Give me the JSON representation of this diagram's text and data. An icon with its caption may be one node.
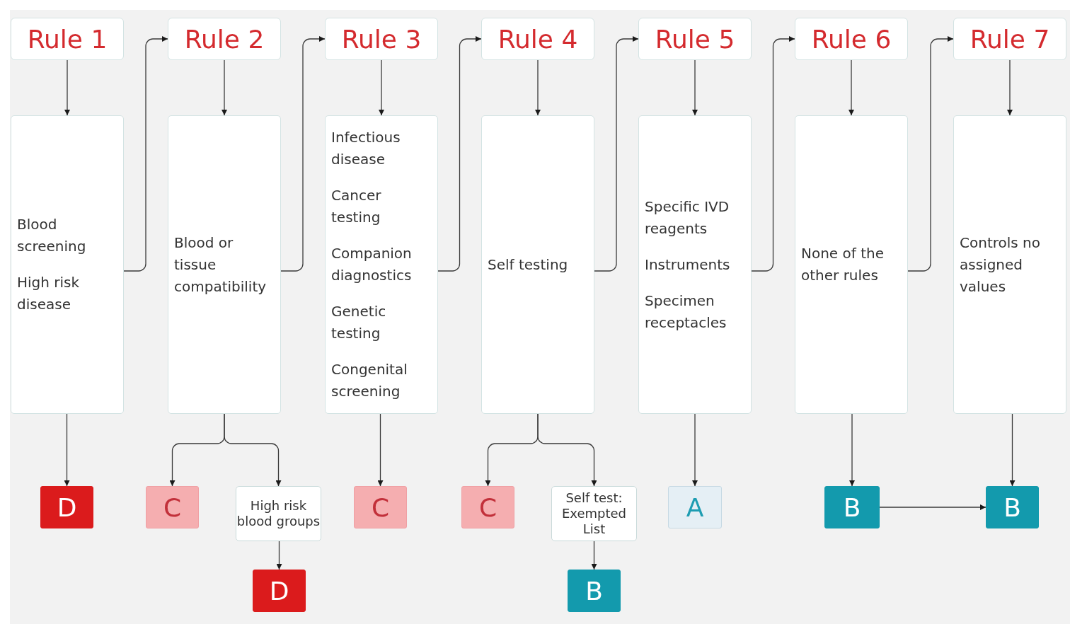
{
  "diagram": {
    "nodes": [
      {
        "text": [
          "Rule 1"
        ]
      },
      {
        "text": [
          "Rule 2"
        ]
      },
      {
        "text": [
          "Rule 3"
        ]
      },
      {
        "text": [
          "Rule 4"
        ]
      },
      {
        "text": [
          "Rule 5"
        ]
      },
      {
        "text": [
          "Rule 6"
        ]
      },
      {
        "text": [
          "Rule 7"
        ]
      },
      {
        "text": [
          "Blood screening",
          "High risk disease"
        ]
      },
      {
        "text": [
          "Blood or tissue compatibility"
        ]
      },
      {
        "text": [
          "Infectious disease",
          "Cancer testing",
          "Companion diagnostics",
          "Genetic testing",
          "Congenital screening"
        ]
      },
      {
        "text": [
          "Self testing"
        ]
      },
      {
        "text": [
          "Specific IVD reagents",
          "Instruments",
          "Specimen receptacles"
        ]
      },
      {
        "text": [
          "None of the other rules"
        ]
      },
      {
        "text": [
          "Controls no assigned values"
        ]
      },
      {
        "text": [
          "D"
        ]
      },
      {
        "text": [
          "C"
        ]
      },
      {
        "text": [
          "High risk blood groups"
        ]
      },
      {
        "text": [
          "C"
        ]
      },
      {
        "text": [
          "C"
        ]
      },
      {
        "text": [
          "Self test: Exempted List"
        ]
      },
      {
        "text": [
          "A"
        ]
      },
      {
        "text": [
          "B"
        ]
      },
      {
        "text": [
          "B"
        ]
      },
      {
        "text": [
          "D"
        ]
      },
      {
        "text": [
          "B"
        ]
      }
    ],
    "edges": [
      {
        "from": 0,
        "to": 7,
        "arrow": "to"
      },
      {
        "from": 1,
        "to": 8,
        "arrow": "to"
      },
      {
        "from": 2,
        "to": 9,
        "arrow": "to"
      },
      {
        "from": 3,
        "to": 10,
        "arrow": "to"
      },
      {
        "from": 4,
        "to": 11,
        "arrow": "to"
      },
      {
        "from": 5,
        "to": 12,
        "arrow": "to"
      },
      {
        "from": 6,
        "to": 13,
        "arrow": "to"
      },
      {
        "from": 7,
        "to": 1,
        "arrow": "to"
      },
      {
        "from": 8,
        "to": 2,
        "arrow": "to"
      },
      {
        "from": 9,
        "to": 3,
        "arrow": "to"
      },
      {
        "from": 10,
        "to": 4,
        "arrow": "to"
      },
      {
        "from": 11,
        "to": 5,
        "arrow": "to"
      },
      {
        "from": 12,
        "to": 6,
        "arrow": "to"
      },
      {
        "from": 7,
        "to": 14,
        "arrow": "to"
      },
      {
        "from": 8,
        "to": 15,
        "arrow": "to"
      },
      {
        "from": 8,
        "to": 16,
        "arrow": "to"
      },
      {
        "from": 16,
        "to": 23,
        "arrow": "to"
      },
      {
        "from": 9,
        "to": 17,
        "arrow": "to"
      },
      {
        "from": 10,
        "to": 18,
        "arrow": "to"
      },
      {
        "from": 10,
        "to": 19,
        "arrow": "to"
      },
      {
        "from": 19,
        "to": 24,
        "arrow": "to"
      },
      {
        "from": 11,
        "to": 20,
        "arrow": "to"
      },
      {
        "from": 12,
        "to": 21,
        "arrow": "to"
      },
      {
        "from": 13,
        "to": 22,
        "arrow": "to"
      },
      {
        "from": 21,
        "to": 22,
        "arrow": "to"
      }
    ]
  }
}
